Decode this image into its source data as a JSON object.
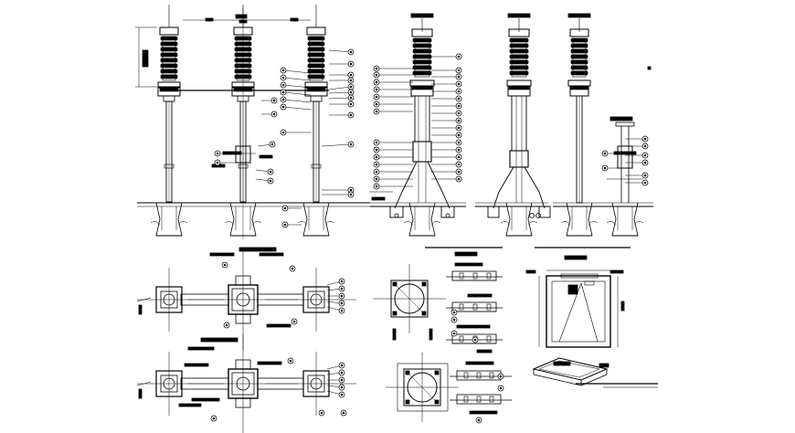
{
  "drawing": {
    "kind": "CAD sheet",
    "legible_text": [],
    "colors": {
      "line": "#000000",
      "background": "#ffffff"
    },
    "views": [
      {
        "id": "front-elevation-three-phase",
        "count_columns": 3
      },
      {
        "id": "side-elevation-detailed"
      },
      {
        "id": "side-elevation-plain"
      },
      {
        "id": "side-elevation-slender"
      },
      {
        "id": "mechanism-detail"
      },
      {
        "id": "plan-view-top"
      },
      {
        "id": "plan-view-bottom"
      },
      {
        "id": "foundation-detail-round-top"
      },
      {
        "id": "foundation-detail-round-bottom"
      },
      {
        "id": "frame-detail"
      },
      {
        "id": "frame-isometric"
      }
    ]
  }
}
